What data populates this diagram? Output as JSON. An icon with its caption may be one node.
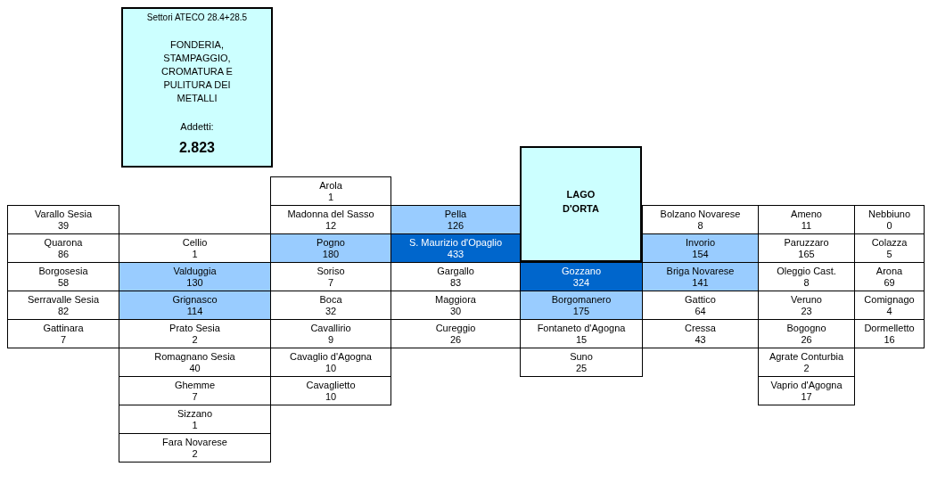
{
  "diagram": {
    "nodes": [
      {
        "text": [
          "Settori ATECO 28.4+28.5",
          "FONDERIA, STAMPAGGIO, CROMATURA E PULITURA DEI METALLI",
          "Addetti:",
          "2.823"
        ]
      },
      {
        "text": [
          "LAGO D'ORTA"
        ]
      },
      {
        "text": [
          "Arola",
          "1"
        ]
      },
      {
        "text": [
          "Varallo Sesia",
          "39"
        ]
      },
      {
        "text": [
          "Madonna del Sasso",
          "12"
        ]
      },
      {
        "text": [
          "Pella",
          "126"
        ]
      },
      {
        "text": [
          "Bolzano Novarese",
          "8"
        ]
      },
      {
        "text": [
          "Ameno",
          "11"
        ]
      },
      {
        "text": [
          "Nebbiuno",
          "0"
        ]
      },
      {
        "text": [
          "Quarona",
          "86"
        ]
      },
      {
        "text": [
          "Cellio",
          "1"
        ]
      },
      {
        "text": [
          "Pogno",
          "180"
        ]
      },
      {
        "text": [
          "S. Maurizio d'Opaglio",
          "433"
        ]
      },
      {
        "text": [
          "Invorio",
          "154"
        ]
      },
      {
        "text": [
          "Paruzzaro",
          "165"
        ]
      },
      {
        "text": [
          "Colazza",
          "5"
        ]
      },
      {
        "text": [
          "Borgosesia",
          "58"
        ]
      },
      {
        "text": [
          "Valduggia",
          "130"
        ]
      },
      {
        "text": [
          "Soriso",
          "7"
        ]
      },
      {
        "text": [
          "Gargallo",
          "83"
        ]
      },
      {
        "text": [
          "Gozzano",
          "324"
        ]
      },
      {
        "text": [
          "Briga Novarese",
          "141"
        ]
      },
      {
        "text": [
          "Oleggio Cast.",
          "8"
        ]
      },
      {
        "text": [
          "Arona",
          "69"
        ]
      },
      {
        "text": [
          "Serravalle Sesia",
          "82"
        ]
      },
      {
        "text": [
          "Grignasco",
          "114"
        ]
      },
      {
        "text": [
          "Boca",
          "32"
        ]
      },
      {
        "text": [
          "Maggiora",
          "30"
        ]
      },
      {
        "text": [
          "Borgomanero",
          "175"
        ]
      },
      {
        "text": [
          "Gattico",
          "64"
        ]
      },
      {
        "text": [
          "Veruno",
          "23"
        ]
      },
      {
        "text": [
          "Comignago",
          "4"
        ]
      },
      {
        "text": [
          "Gattinara",
          "7"
        ]
      },
      {
        "text": [
          "Prato Sesia",
          "2"
        ]
      },
      {
        "text": [
          "Cavallirio",
          "9"
        ]
      },
      {
        "text": [
          "Cureggio",
          "26"
        ]
      },
      {
        "text": [
          "Fontaneto d'Agogna",
          "15"
        ]
      },
      {
        "text": [
          "Cressa",
          "43"
        ]
      },
      {
        "text": [
          "Bogogno",
          "26"
        ]
      },
      {
        "text": [
          "Dormelletto",
          "16"
        ]
      },
      {
        "text": [
          "Romagnano Sesia",
          "40"
        ]
      },
      {
        "text": [
          "Cavaglio d'Agogna",
          "10"
        ]
      },
      {
        "text": [
          "Suno",
          "25"
        ]
      },
      {
        "text": [
          "Agrate Conturbia",
          "2"
        ]
      },
      {
        "text": [
          "Ghemme",
          "7"
        ]
      },
      {
        "text": [
          "Cavaglietto",
          "10"
        ]
      },
      {
        "text": [
          "Vaprio d'Agogna",
          "17"
        ]
      },
      {
        "text": [
          "Sizzano",
          "1"
        ]
      },
      {
        "text": [
          "Fara Novarese",
          "2"
        ]
      }
    ]
  }
}
